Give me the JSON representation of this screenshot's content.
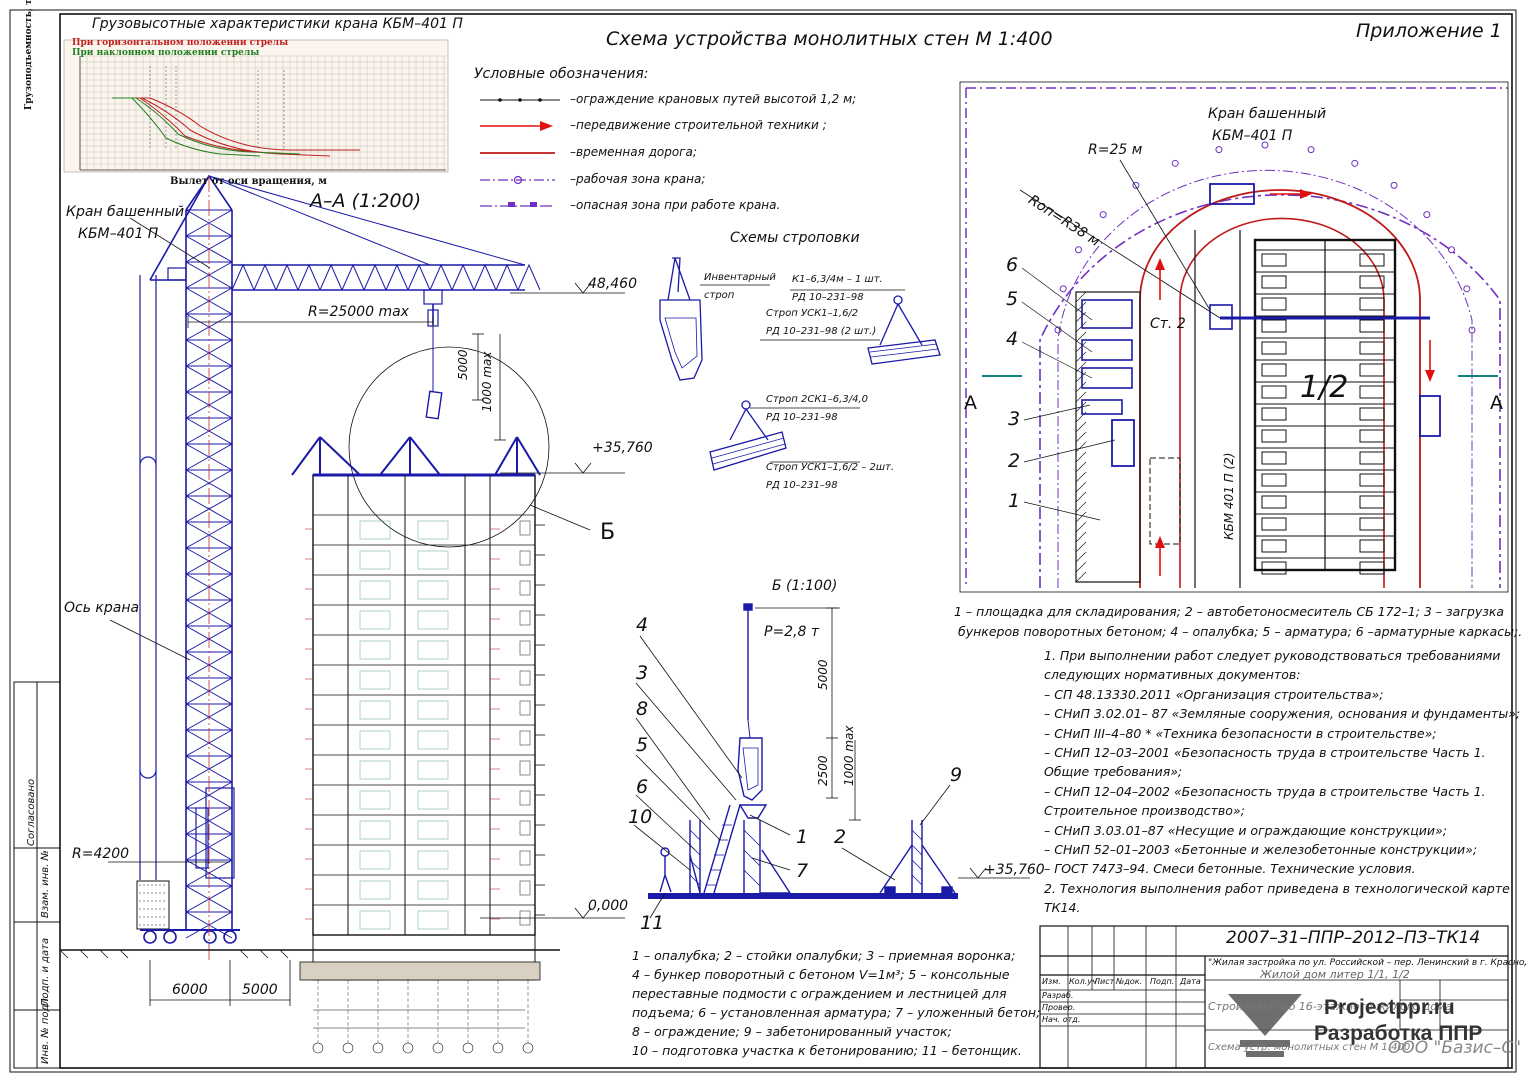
{
  "sheet": {
    "main_title": "Схема устройства монолитных стен М 1:400",
    "appendix": "Приложение 1",
    "section_aa": "А–А (1:200)",
    "section_b": "Б (1:100)",
    "sling_title": "Схемы строповки",
    "legend_title": "Условные обозначения:"
  },
  "load_chart": {
    "title": "Грузовысотные характеристики крана КБМ–401 П",
    "legend_red": "При горизонтальном положении стрелы",
    "legend_green": "При наклонном положении стрелы",
    "ylabel": "Грузоподъемность, т",
    "xlabel": "Вылет от оси вращения, м"
  },
  "legend": [
    {
      "label": "–ограждение крановых путей высотой 1,2 м;",
      "style": "fence",
      "color": "#111111"
    },
    {
      "label": "–передвижение строительной техники ;",
      "style": "arrow",
      "color": "#e01010"
    },
    {
      "label": "–временная дорога;",
      "style": "road",
      "color": "#c01818"
    },
    {
      "label": "–рабочая зона крана;",
      "style": "work",
      "color": "#7030c0"
    },
    {
      "label": "–опасная зона при работе крана.",
      "style": "danger",
      "color": "#7030c0"
    }
  ],
  "elevation": {
    "crane_name_1": "Кран башенный",
    "crane_name_2": "КБМ–401 П",
    "radius": "R=25000 max",
    "top_mark": "48,460",
    "mark_3576": "+35,760",
    "mark_zero": "0,000",
    "dim_5000": "5000",
    "dim_1000": "1000 max",
    "callout_b": "Б",
    "crane_axis": "Ось крана",
    "r_base": "R=4200",
    "dim_6000": "6000",
    "dim_5000b": "5000"
  },
  "slings": {
    "inv_1": "Инвентарный",
    "inv_2": "строп",
    "k1": "К1–6,3/4м – 1 шт.",
    "rd1": "РД 10–231–98",
    "usk1": "Строп УСК1–1,6/2",
    "rd2": "РД 10–231–98 (2 шт.)",
    "sk2": "Строп 2СК1–6,3/4,0",
    "rd3": "РД 10–231–98",
    "usk2": "Строп УСК1–1,6/2 – 2шт.",
    "rd4": "РД 10–231–98"
  },
  "plan": {
    "crane_1": "Кран башенный",
    "crane_2": "КБМ–401 П",
    "r25": "R=25 м",
    "r38": "Rоп=R38 м",
    "st2": "Ст. 2",
    "half": "1/2",
    "crane_path": "КБМ 401 П (2)",
    "cut_a_left": "А",
    "cut_a_right": "А",
    "n1": "1",
    "n2": "2",
    "n3": "3",
    "n4": "4",
    "n5": "5",
    "n6": "6"
  },
  "plan_caption": [
    "1 – площадка для складирования; 2 – автобетоносмеситель СБ 172–1; 3 – загрузка",
    "бункеров поворотных бетоном; 4 – опалубка; 5 – арматура; 6 –арматурные каркасы;."
  ],
  "detail_b": {
    "load": "P=2,8 т",
    "dim_5000": "5000",
    "dim_2500": "2500",
    "dim_1000": "1000 max",
    "mark": "+35,760",
    "n4": "4",
    "n3": "3",
    "n8": "8",
    "n5": "5",
    "n6": "6",
    "n10": "10",
    "n1": "1",
    "n7": "7",
    "n2": "2",
    "n9": "9",
    "n11": "11"
  },
  "detail_caption": [
    "1 – опалубка; 2 – стойки опалубки; 3 – приемная воронка;",
    "4 – бункер поворотный с бетоном V=1м³; 5 – консольные",
    "переставные подмости с ограждением и лестницей для",
    "подъема; 6 – установленная арматура; 7 – уложенный бетон;",
    "8 – ограждение; 9 – забетонированный участок;",
    "10 – подготовка участка к бетонированию; 11 – бетонщик."
  ],
  "notes": [
    "1. При выполнении работ следует руководствоваться требованиями",
    "следующих нормативных документов:",
    "– СП 48.13330.2011 «Организация строительства»;",
    "– СНиП 3.02.01– 87  «Земляные сооружения, основания и фундаменты»;",
    "– СНиП III–4–80  *  «Техника безопасности в строительстве»;",
    "– СНиП 12–03–2001  «Безопасность труда в строительстве Часть 1.",
    "Общие требования»;",
    "– СНиП 12–04–2002   «Безопасность труда в строительстве Часть 1.",
    "Строительное производство»;",
    "– СНиП 3.03.01–87 «Несущие и ограждающие конструкции»;",
    "– СНиП 52–01–2003 «Бетонные и железобетонные конструкции»;",
    "– ГОСТ 7473–94. Смеси бетонные. Технические условия.",
    "2. Технология выполнения работ приведена в  технологической карте",
    "ТК14."
  ],
  "title_block": {
    "code": "2007–31–ППР–2012–ПЗ–ТК14",
    "project": "\"Жилая застройка по ул. Российской – пер. Ленинский в г. Краснодаре",
    "building": "Жилой дом литер 1/1, 1/2",
    "col_izm": "Изм.",
    "col_kol": "Кол.уч",
    "col_list": "Лист",
    "col_doc": "№док.",
    "col_podp": "Подп.",
    "col_date": "Дата",
    "razrab": "Разраб.",
    "prover": "Провер.",
    "nach": "Нач. отд.",
    "object": "Строительство 16-этажного жилого дома",
    "scheme": "Схема устр. монолитных стен М 1:400",
    "company": "ООО \"Базис–С\""
  },
  "side_stamp": {
    "soglas": "Согласовано",
    "vzam": "Взам. инв. №",
    "podp": "Подп. и дата",
    "inv": "Инв. № подл."
  },
  "watermark": {
    "site": "Projectppr.ru",
    "tagline": "Разработка ППР"
  }
}
